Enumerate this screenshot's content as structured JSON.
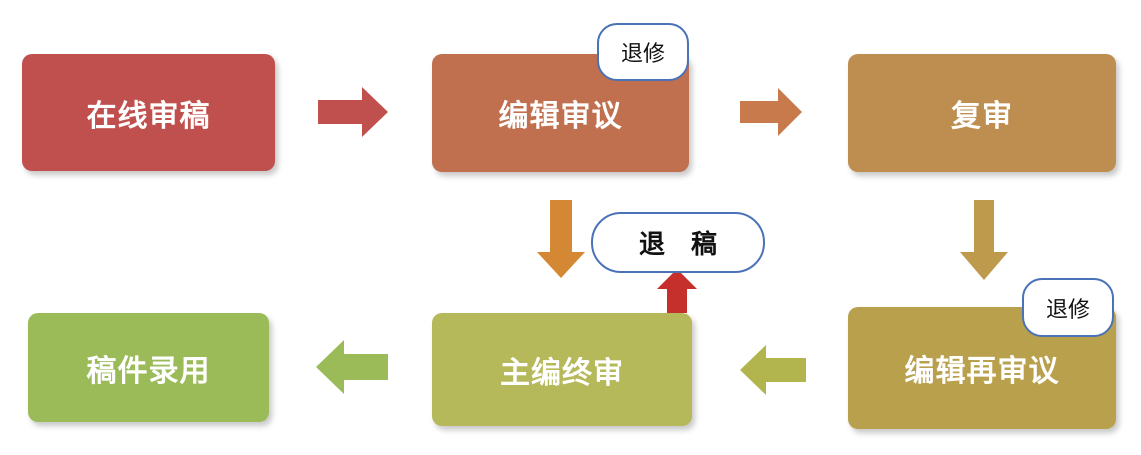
{
  "stages": {
    "online_review": {
      "label": "在线审稿",
      "color": "#c0504d"
    },
    "editor_review": {
      "label": "编辑审议",
      "color": "#c0704e"
    },
    "second_review": {
      "label": "复审",
      "color": "#be8e50"
    },
    "editor_rereview": {
      "label": "编辑再审议",
      "color": "#b9a04c"
    },
    "chief_final_review": {
      "label": "主编终审",
      "color": "#b5b95a"
    },
    "accepted": {
      "label": "稿件录用",
      "color": "#9bbb59"
    }
  },
  "annotations": {
    "revise_top": "退修",
    "revise_right": "退修",
    "reject": "退　稿"
  },
  "arrow_colors": {
    "a1": "#c0504d",
    "a2": "#c87a4d",
    "a3": "#be9a4c",
    "a4": "#d58833",
    "a5": "#c6302c",
    "a6": "#b2b54e",
    "a7": "#9bbb59"
  }
}
